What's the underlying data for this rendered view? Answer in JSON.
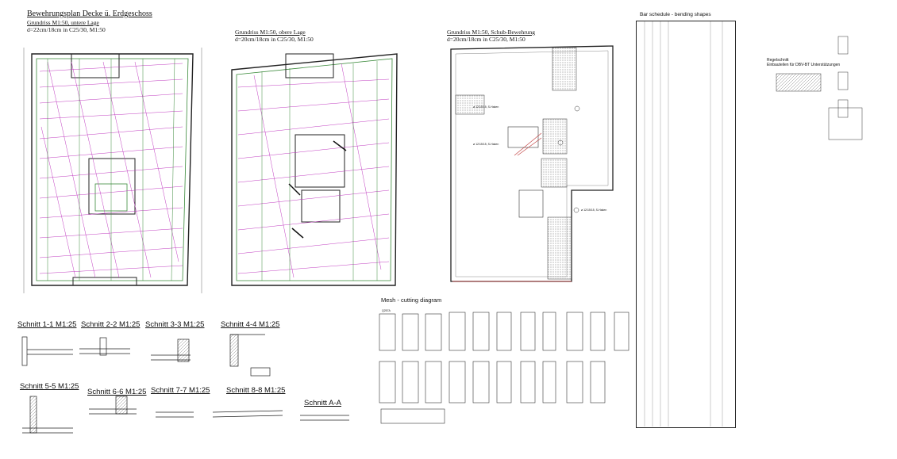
{
  "sheet": {
    "title": "Bewehrungsplan Decke ü. Erdgeschoss",
    "plans": [
      {
        "name": "Grundriss M1:50, untere Lage",
        "note": "d=22cm/18cm in C25/30, M1:50"
      },
      {
        "name": "Grundriss M1:50, obere Lage",
        "note": "d=20cm/18cm in C25/30, M1:50"
      },
      {
        "name": "Grundriss M1:50, Schub-Bewehrung",
        "note": "d=20cm/18cm in C25/30, M1:50"
      }
    ],
    "sections": [
      "Schnitt 1-1 M1:25",
      "Schnitt 2-2 M1:25",
      "Schnitt 3-3 M1:25",
      "Schnitt 4-4 M1:25",
      "Schnitt 5-5 M1:25",
      "Schnitt 6-6 M1:25",
      "Schnitt 7-7 M1:25",
      "Schnitt 8-8 M1:25",
      "Schnitt A-A"
    ],
    "mesh_title": "Mesh - cutting diagram",
    "schedule_title": "Bar schedule - bending shapes",
    "detail_title": "Regelschnitt",
    "detail_sub": "Einbauteilen für DBV-BT Unterstützungen",
    "mesh_label": "Q257A",
    "shear_labels": [
      "ø 12/15/15, S-Haken",
      "ø 12/15/15, S-Haken",
      "ø 12/15/15, S-Haken"
    ]
  }
}
